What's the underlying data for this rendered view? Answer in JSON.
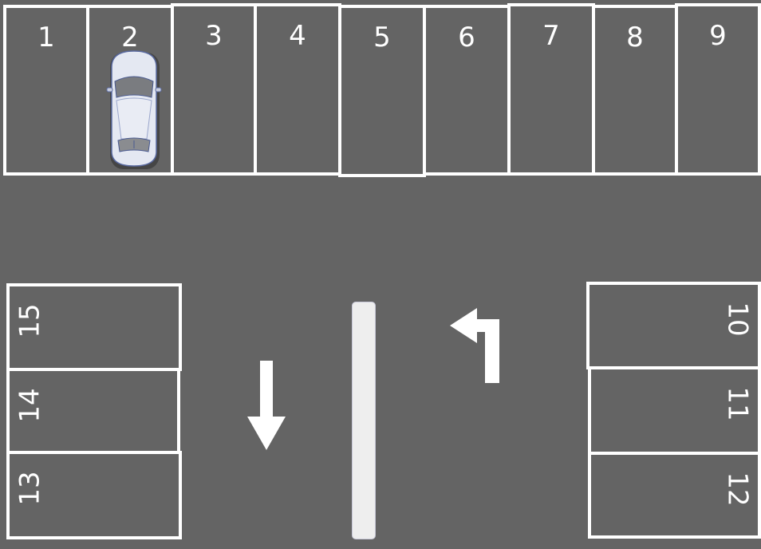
{
  "lot": {
    "top_spots": [
      "1",
      "2",
      "3",
      "4",
      "5",
      "6",
      "7",
      "8",
      "9"
    ],
    "left_spots": [
      "15",
      "14",
      "13"
    ],
    "right_spots": [
      "10",
      "11",
      "12"
    ],
    "occupied_spot": "2"
  },
  "colors": {
    "asphalt": "#646464",
    "lines": "#ffffff",
    "car_body": "#e4e8f2",
    "divider": "#eeeeee"
  },
  "icons": {
    "direction_down": "arrow-down-icon",
    "direction_turn_left": "arrow-turn-left-icon",
    "vehicle": "car-icon"
  }
}
